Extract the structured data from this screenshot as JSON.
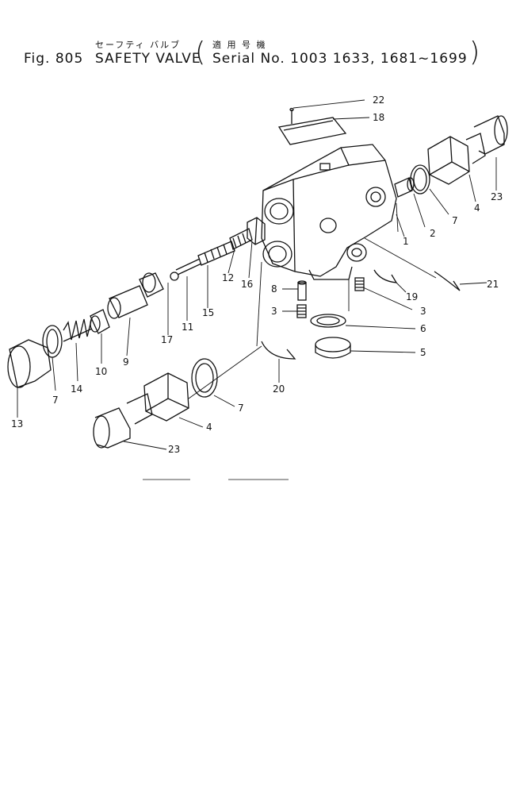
{
  "title": {
    "fig": "Fig. 805",
    "name_jp": "セーフティ バルブ",
    "name_en": "SAFETY VALVE",
    "serial_jp": "適 用 号 機",
    "serial_en": "Serial No. 1003 1633, 1681~1699",
    "paren_open": "(",
    "paren_close": ")"
  },
  "callouts": {
    "c1": "1",
    "c2": "2",
    "c3a": "3",
    "c3b": "3",
    "c4a": "4",
    "c4b": "4",
    "c5": "5",
    "c6": "6",
    "c7a": "7",
    "c7b": "7",
    "c7c": "7",
    "c8": "8",
    "c9": "9",
    "c10": "10",
    "c11": "11",
    "c12": "12",
    "c13": "13",
    "c14": "14",
    "c15": "15",
    "c16": "16",
    "c17": "17",
    "c18": "18",
    "c19": "19",
    "c20": "20",
    "c21": "21",
    "c22": "22",
    "c23a": "23",
    "c23b": "23"
  }
}
